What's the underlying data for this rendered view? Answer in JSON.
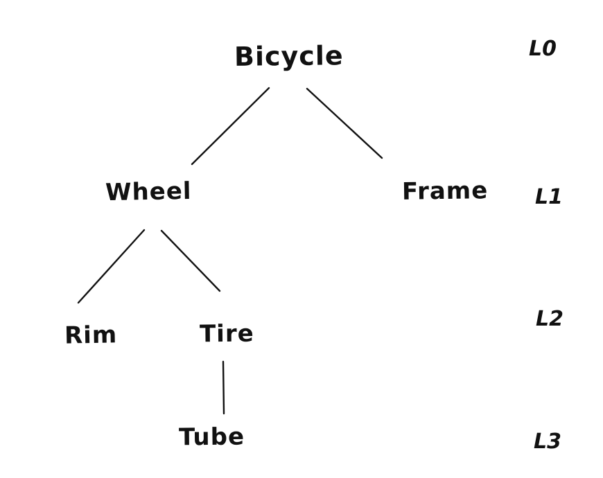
{
  "diagram": {
    "type": "tree",
    "style": "hand-drawn",
    "colors": {
      "ink": "#111111",
      "background": "#ffffff"
    },
    "nodes": [
      {
        "id": "bicycle",
        "label": "Bicycle",
        "level": 0
      },
      {
        "id": "wheel",
        "label": "Wheel",
        "level": 1
      },
      {
        "id": "frame",
        "label": "Frame",
        "level": 1
      },
      {
        "id": "rim",
        "label": "Rim",
        "level": 2
      },
      {
        "id": "tire",
        "label": "Tire",
        "level": 2
      },
      {
        "id": "tube",
        "label": "Tube",
        "level": 3
      }
    ],
    "edges": [
      {
        "from": "Bicycle",
        "to": "Wheel"
      },
      {
        "from": "Bicycle",
        "to": "Frame"
      },
      {
        "from": "Wheel",
        "to": "Rim"
      },
      {
        "from": "Wheel",
        "to": "Tire"
      },
      {
        "from": "Tire",
        "to": "Tube"
      }
    ],
    "level_labels": [
      "L0",
      "L1",
      "L2",
      "L3"
    ]
  }
}
